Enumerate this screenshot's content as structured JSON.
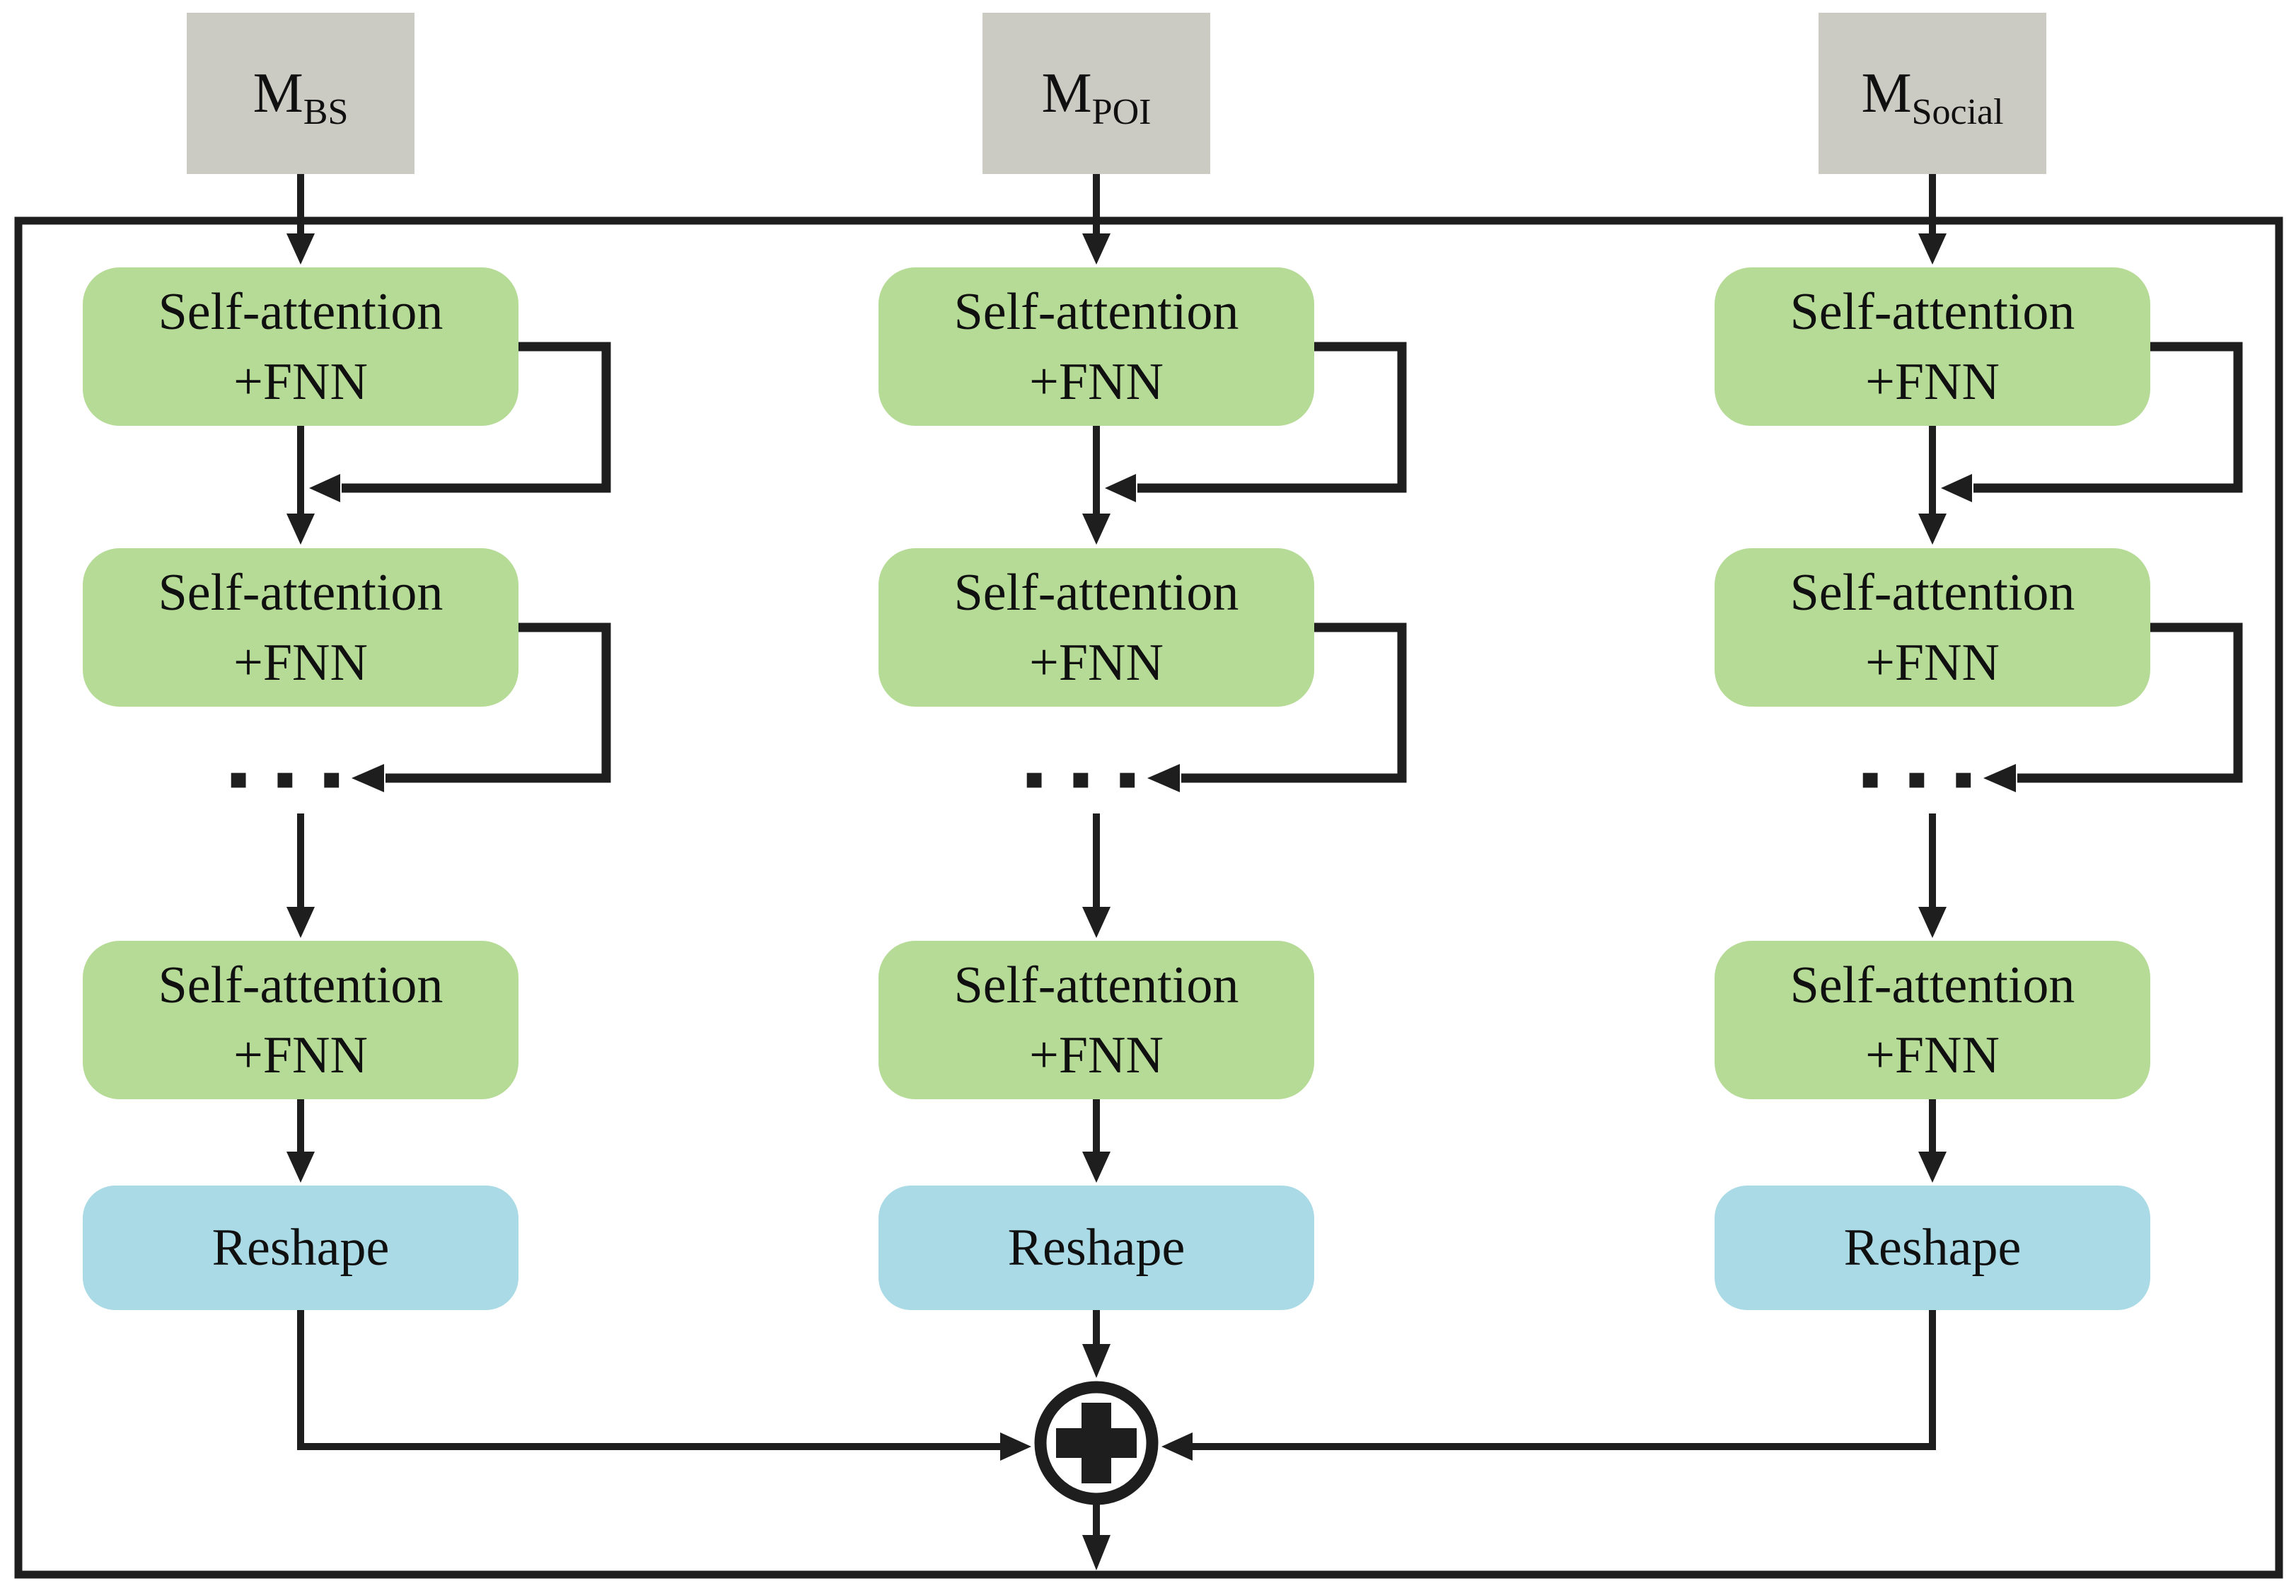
{
  "figure": {
    "type": "architecture-diagram",
    "colors": {
      "input_box_fill": "#cbcac3",
      "attention_box_fill": "#b6db96",
      "reshape_box_fill": "#a9dae6",
      "line": "#1e1e1e",
      "text": "#101010",
      "background": "#ffffff"
    },
    "columns": [
      {
        "input_base": "M",
        "input_subscript": "BS"
      },
      {
        "input_base": "M",
        "input_subscript": "POI"
      },
      {
        "input_base": "M",
        "input_subscript": "Social"
      }
    ],
    "attention_block": {
      "line1": "Self-attention",
      "line2": "+FNN"
    },
    "reshape_label": "Reshape",
    "ellipsis": "▪ ▪ ▪",
    "sum_node_symbol": "+"
  }
}
